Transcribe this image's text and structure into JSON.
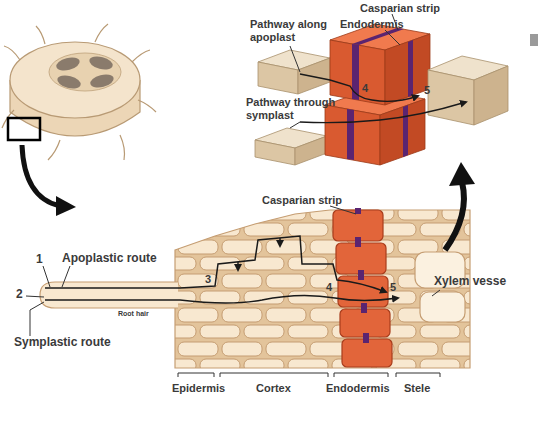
{
  "diagram": {
    "labels": [
      "Casparian strip",
      "Pathway along apoplast",
      "Endodermis",
      "4",
      "5",
      "Pathway through symplast",
      "Casparian strip",
      "1",
      "Apoplastic route",
      "2",
      "Root hair",
      "3",
      "Symplastic route",
      "4",
      "5",
      "Xylem vesse",
      "Epidermis",
      "Cortex",
      "Endodermis",
      "Stele"
    ]
  }
}
